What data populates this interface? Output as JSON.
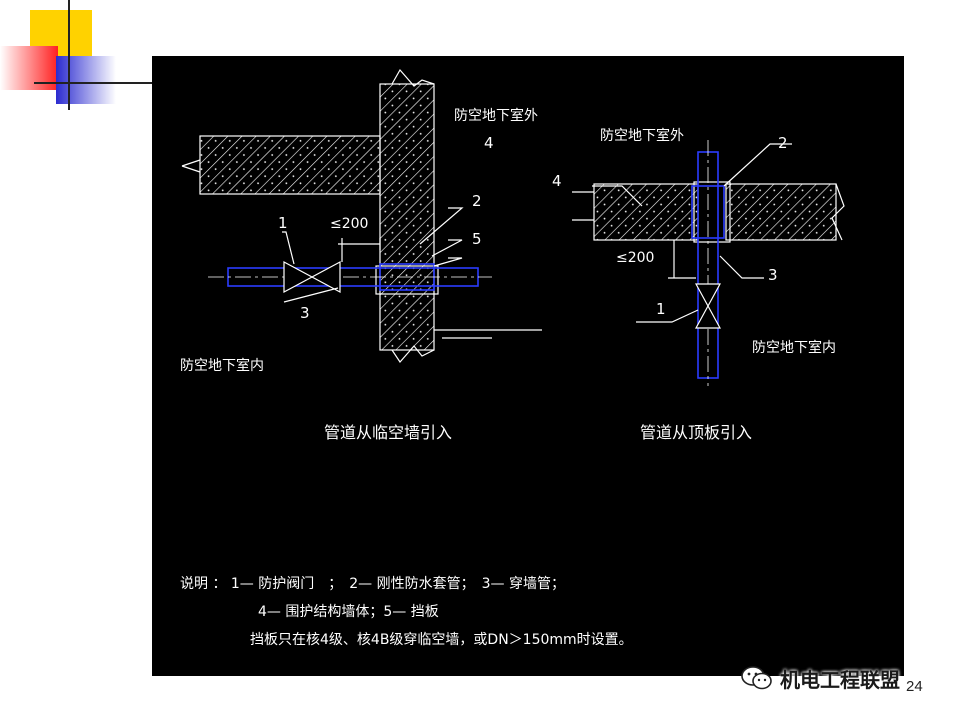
{
  "slide": {
    "page_number": "24",
    "watermark_text": "机电工程联盟"
  },
  "left_detail": {
    "outside_label": "防空地下室外",
    "inside_label": "防空地下室内",
    "dimension": "≤200",
    "callouts": [
      "1",
      "2",
      "3",
      "4",
      "5"
    ],
    "caption": "管道从临空墙引入"
  },
  "right_detail": {
    "outside_label": "防空地下室外",
    "inside_label": "防空地下室内",
    "dimension": "≤200",
    "callouts": [
      "1",
      "2",
      "3",
      "4"
    ],
    "caption": "管道从顶板引入"
  },
  "notes": {
    "line1": "说明 ： 1— 防护阀门　；　2— 刚性防水套管；　3— 穿墙管；",
    "line2": "4— 围护结构墙体；5— 挡板",
    "line3": "挡板只在核4级、核4B级穿临空墙，或DN＞150mm时设置。"
  },
  "colors": {
    "background": "#000000",
    "lines": "#ffffff",
    "pipe": "#2a3cff",
    "deco_yellow": "#ffd200",
    "deco_red": "#ff2a2a",
    "deco_blue": "#2b2bd0"
  }
}
